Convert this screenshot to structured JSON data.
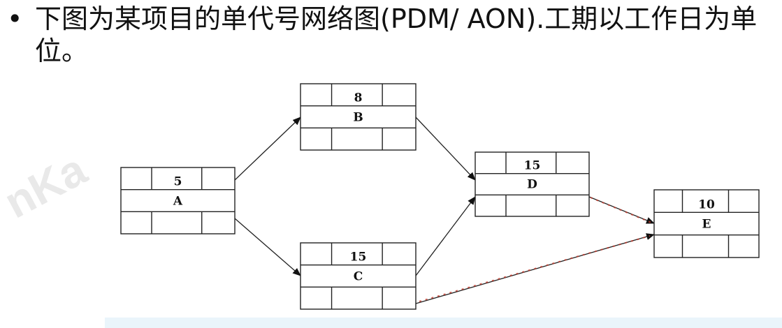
{
  "heading": {
    "bullet": "•",
    "text": "下图为某项目的单代号网络图(PDM/ AON).工期以工作日为单位。"
  },
  "watermark": "nKa",
  "nodes": [
    {
      "id": "A",
      "duration": "5"
    },
    {
      "id": "B",
      "duration": "8"
    },
    {
      "id": "C",
      "duration": "15"
    },
    {
      "id": "D",
      "duration": "15"
    },
    {
      "id": "E",
      "duration": "10"
    }
  ],
  "edges": [
    {
      "from": "A",
      "to": "B"
    },
    {
      "from": "A",
      "to": "C"
    },
    {
      "from": "B",
      "to": "D"
    },
    {
      "from": "C",
      "to": "D"
    },
    {
      "from": "D",
      "to": "E"
    },
    {
      "from": "C",
      "to": "E"
    }
  ],
  "colors": {
    "line": "#222222",
    "annotation": "#c0392b",
    "band": "#eaf5fb"
  }
}
